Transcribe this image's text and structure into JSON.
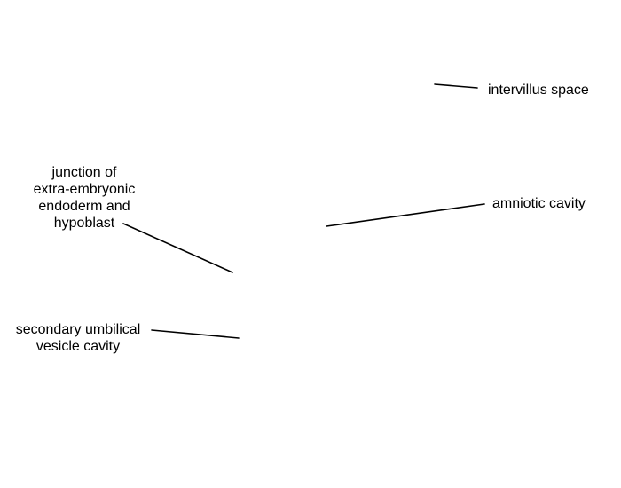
{
  "labels": {
    "intervillus_space": "intervillus space",
    "amniotic_cavity": "amniotic cavity",
    "junction": "junction of\nextra-embryonic\nendoderm and\nhypoblast",
    "secondary_umbilical_vesicle_cavity": "secondary umbilical\nvesicle cavity"
  },
  "colors": {
    "background": "#ffffff",
    "text": "#000000",
    "leader_lines": "#000000"
  }
}
